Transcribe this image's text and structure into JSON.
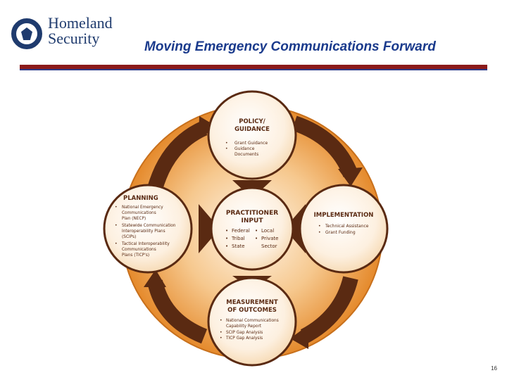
{
  "header": {
    "logo_line1": "Homeland",
    "logo_line2": "Security",
    "title": "Moving Emergency Communications Forward"
  },
  "diagram": {
    "policy": {
      "title1": "POLICY/",
      "title2": "GUIDANCE",
      "items": [
        "Grant Guidance",
        "Guidance",
        "Documents"
      ]
    },
    "planning": {
      "title": "PLANNING",
      "items": [
        "National Emergency",
        "Communications",
        "Plan (NECP)",
        "Statewide Communication",
        "Interoperability Plans",
        "(SCIPs)",
        "Tactical Interoperability",
        "Communications",
        "Plans (TICP's)"
      ]
    },
    "implementation": {
      "title": "IMPLEMENTATION",
      "items": [
        "Technical Assistance",
        "Grant Funding"
      ]
    },
    "measurement": {
      "title1": "MEASUREMENT",
      "title2": "OF OUTCOMES",
      "items": [
        "National Communications",
        "Capability Report",
        "SCIP Gap Analysis",
        "TICP Gap Analysis"
      ]
    },
    "center": {
      "title1": "PRACTITIONER",
      "title2": "INPUT",
      "left_items": [
        "Federal",
        "Tribal",
        "State"
      ],
      "right_items": [
        "Local",
        "Private",
        "Sector"
      ]
    }
  },
  "colors": {
    "brown": "#5a2a12",
    "orange": "#f2a24a",
    "title": "#1a3a8c"
  },
  "page_number": "16"
}
